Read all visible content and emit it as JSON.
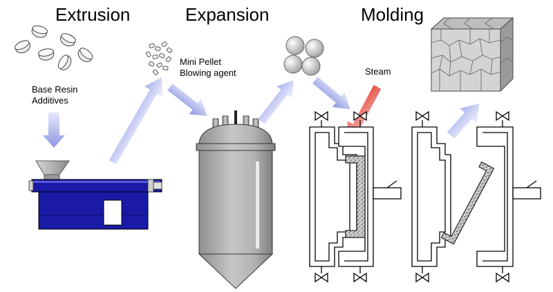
{
  "stages": {
    "extrusion": "Extrusion",
    "expansion": "Expansion",
    "molding": "Molding"
  },
  "labels": {
    "base_resin": "Base Resin",
    "additives": "Additives",
    "mini_pellet": "Mini Pellet",
    "blowing_agent": "Blowing agent",
    "steam": "Steam"
  },
  "colors": {
    "flow_arrow": "#aab3ee",
    "extruder_blue": "#1a1aa6",
    "steam_red": "#e23a2a",
    "vessel_gray": "#b9b9b9"
  }
}
